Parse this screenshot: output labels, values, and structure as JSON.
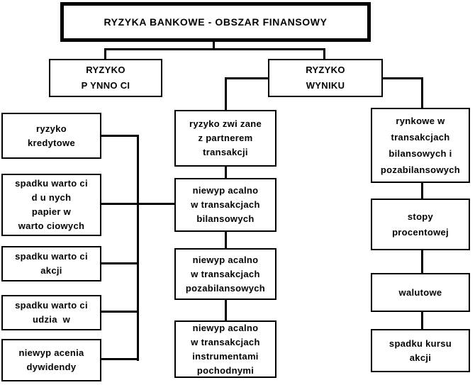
{
  "colors": {
    "background": "#ffffff",
    "line": "#000000",
    "box_border": "#000000",
    "text": "#000000"
  },
  "nodes": {
    "root": {
      "label": "RYZYKA BANKOWE - OBSZAR FINANSOWY"
    },
    "liquidity": {
      "label": "RYZYKO\nP YNNO CI"
    },
    "result": {
      "label": "RYZYKO\nWYNIKU"
    },
    "credit": {
      "label": "ryzyko\nkredytowe"
    },
    "debt_securities": {
      "label": "spadku warto ci\nd u nych\npapier w\nwarto ciowych"
    },
    "shares_value": {
      "label": "spadku warto ci\nakcji"
    },
    "stakes_value": {
      "label": "spadku warto ci\nudzia  w"
    },
    "dividend": {
      "label": "niewyp acenia\ndywidendy"
    },
    "partner": {
      "label": "ryzyko zwi zane\nz partnerem\ntransakcji"
    },
    "insolvency_balance": {
      "label": "niewyp acalno\nw transakcjach\nbilansowych"
    },
    "insolvency_offbalance": {
      "label": "niewyp acalno\nw transakcjach\npozabilansowych"
    },
    "insolvency_derivatives": {
      "label": "niewyp acalno\nw transakcjach\ninstrumentami\npochodnymi"
    },
    "market": {
      "label": "rynkowe w\ntransakcjach\nbilansowych i\npozabilansowych"
    },
    "interest_rate": {
      "label": "stopy\nprocentowej"
    },
    "currency": {
      "label": "walutowe"
    },
    "stock_price": {
      "label": "spadku kursu\nakcji"
    }
  }
}
